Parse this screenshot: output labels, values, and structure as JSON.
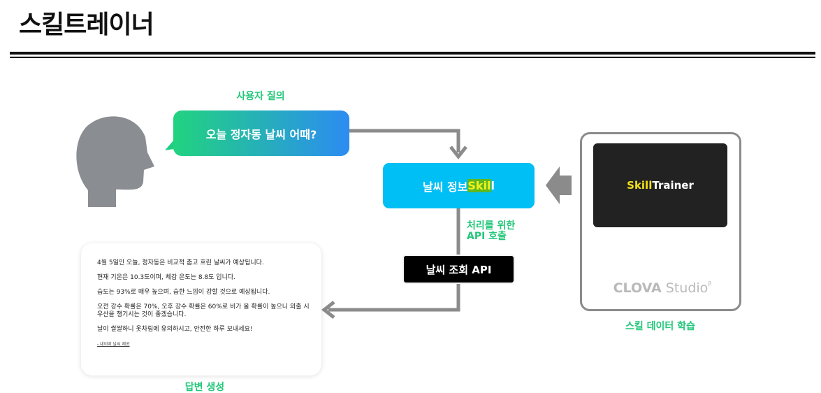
{
  "title": "스킬트레이너",
  "user_query_label": "사용자 질의",
  "user_query": "오늘 정자동 날씨 어때?",
  "skill": {
    "prefix": "날씨 정보 ",
    "highlight": "Skil",
    "suffix": "l"
  },
  "api_call_label_line1": "처리를 위한",
  "api_call_label_line2": "API 호출",
  "api_box": "날씨 조회 API",
  "trainer": {
    "highlight": "Skill",
    "rest": " Trainer"
  },
  "clova": {
    "bold": "CLOVA",
    "normal": " Studio",
    "sup": "β"
  },
  "skill_data_label": "스킬 데이터 학습",
  "answer": {
    "lines": [
      "4월 5일인 오늘, 정자동은 비교적 춥고 흐린 날씨가 예상됩니다.",
      "현재 기온은 10.3도이며, 체감 온도는 8.8도 입니다.",
      "습도는 93%로 매우 높으며, 습한 느낌이 강할 것으로 예상됩니다.",
      "오전 강수 확률은 70%, 오후 강수 확률은 60%로 비가 올 확률이 높으니 외출 시 우산을 챙기시는 것이 좋겠습니다.",
      "날이 쌀쌀하니 옷차림에 유의하시고, 안전한 하루 보내세요!"
    ],
    "source": "- 네이버 날씨 제공"
  },
  "answer_label": "답변 생성",
  "colors": {
    "accent_green": "#23c77a",
    "skill_blue": "#00bff5",
    "arrow_gray": "#8b8b8b",
    "head_gray": "#8a8d91"
  }
}
